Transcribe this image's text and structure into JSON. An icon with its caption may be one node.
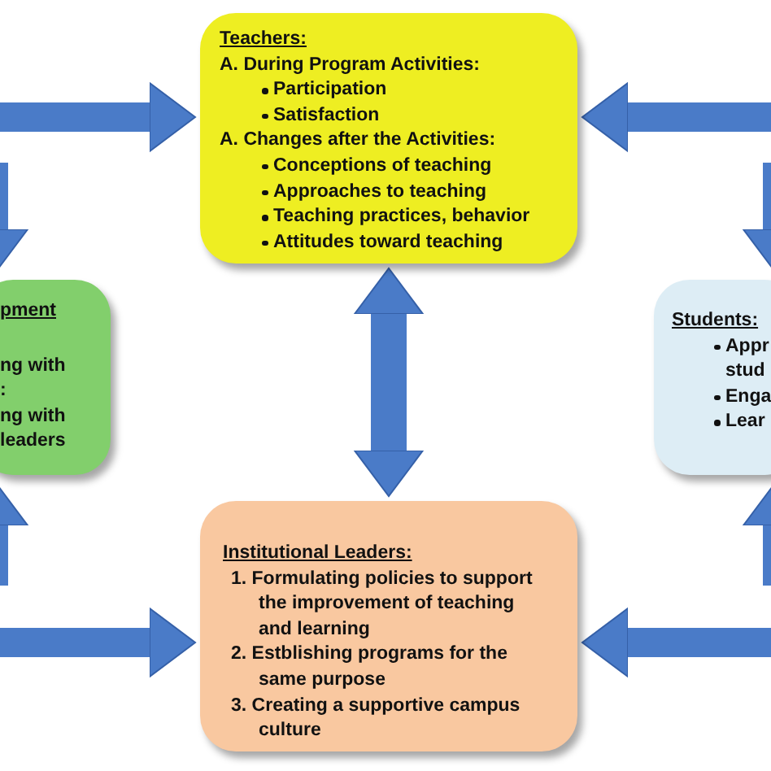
{
  "diagram": {
    "nodes": [
      {
        "text": [
          "Teachers:",
          "A. During Program Activities:",
          "Participation",
          "Satisfaction",
          "A. Changes after the Activities:",
          "Conceptions of teaching",
          "Approaches to teaching",
          "Teaching practices, behavior",
          "Attitudes toward teaching"
        ]
      },
      {
        "text": [
          "pment",
          "ng with",
          ":",
          "ng with",
          "leaders"
        ]
      },
      {
        "text": [
          "Students:",
          "Appr",
          "stud",
          "Enga",
          "Lear"
        ]
      },
      {
        "text": [
          "Institutional Leaders:",
          "1. Formulating policies to support the improvement of teaching and learning",
          "2. Estblishing programs for the same purpose",
          "3. Creating a supportive campus culture"
        ]
      }
    ],
    "edges": [
      {
        "from": null,
        "to": 0,
        "arrow": "to"
      },
      {
        "from": null,
        "to": 0,
        "arrow": "to"
      },
      {
        "from": 0,
        "to": 3,
        "arrow": "both"
      },
      {
        "from": null,
        "to": 3,
        "arrow": "to"
      },
      {
        "from": null,
        "to": 3,
        "arrow": "to"
      },
      {
        "from": null,
        "to": 1,
        "arrow": "to"
      },
      {
        "from": null,
        "to": 1,
        "arrow": "to"
      },
      {
        "from": null,
        "to": 2,
        "arrow": "to"
      },
      {
        "from": null,
        "to": 2,
        "arrow": "to"
      }
    ]
  }
}
